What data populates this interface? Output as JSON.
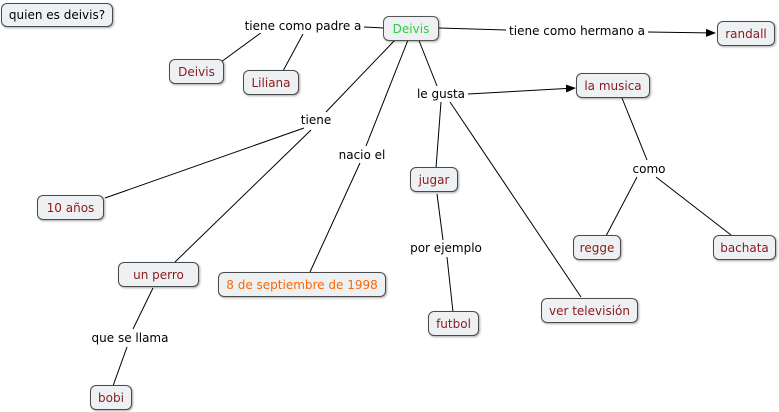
{
  "nodes": {
    "title": "quien es deivis?",
    "root": "Deivis",
    "deivis2": "Deivis",
    "liliana": "Liliana",
    "randall": "randall",
    "musica": "la musica",
    "edad": "10 años",
    "perro": "un perro",
    "fecha": "8 de septiembre de 1998",
    "jugar": "jugar",
    "regge": "regge",
    "bachata": "bachata",
    "tv": "ver televisión",
    "futbol": "futbol",
    "bobi": "bobi"
  },
  "links": {
    "padre": "tiene como padre a",
    "hermano": "tiene como hermano a",
    "gusta": "le gusta",
    "tiene": "tiene",
    "nacio": "nacio el",
    "como": "como",
    "ejemplo": "por ejemplo",
    "llama": "que se llama"
  },
  "colors": {
    "concept_text": "#8b1a1a",
    "root_text": "#2ecc40",
    "date_text": "#ff6600",
    "line": "#000000"
  }
}
